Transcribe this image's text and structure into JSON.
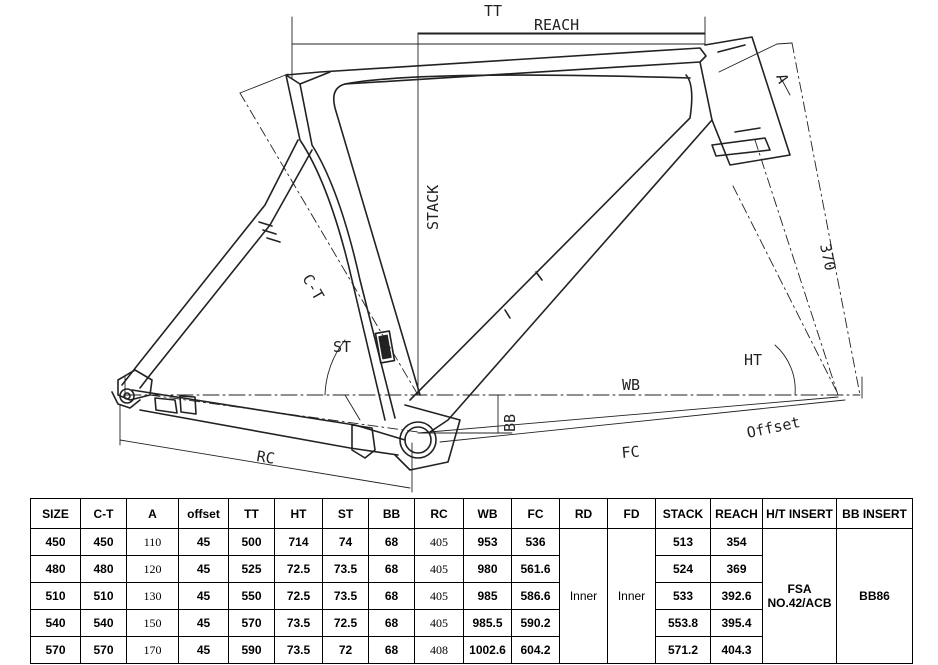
{
  "labels": {
    "tt": "TT",
    "reach": "REACH",
    "stack": "STACK",
    "ct": "C-T",
    "st": "ST",
    "a": "A",
    "fork_len": "370",
    "ht": "HT",
    "wb": "WB",
    "offset": "Offset",
    "bb": "BB",
    "fc": "FC",
    "rc": "RC"
  },
  "table": {
    "headers": [
      "SIZE",
      "C-T",
      "A",
      "offset",
      "TT",
      "HT",
      "ST",
      "BB",
      "RC",
      "WB",
      "FC",
      "RD",
      "FD",
      "STACK",
      "REACH",
      "H/T INSERT",
      "BB INSERT"
    ],
    "rows": [
      [
        "450",
        "450",
        "110",
        "45",
        "500",
        "714",
        "74",
        "68",
        "405",
        "953",
        "536",
        "513",
        "354"
      ],
      [
        "480",
        "480",
        "120",
        "45",
        "525",
        "72.5",
        "73.5",
        "68",
        "405",
        "980",
        "561.6",
        "524",
        "369"
      ],
      [
        "510",
        "510",
        "130",
        "45",
        "550",
        "72.5",
        "73.5",
        "68",
        "405",
        "985",
        "586.6",
        "533",
        "392.6"
      ],
      [
        "540",
        "540",
        "150",
        "45",
        "570",
        "73.5",
        "72.5",
        "68",
        "405",
        "985.5",
        "590.2",
        "553.8",
        "395.4"
      ],
      [
        "570",
        "570",
        "170",
        "45",
        "590",
        "73.5",
        "72",
        "68",
        "408",
        "1002.6",
        "604.2",
        "571.2",
        "404.3"
      ]
    ],
    "rd": "Inner",
    "fd": "Inner",
    "ht_insert": [
      "FSA",
      "NO.42/ACB"
    ],
    "bb_insert": "BB86"
  }
}
